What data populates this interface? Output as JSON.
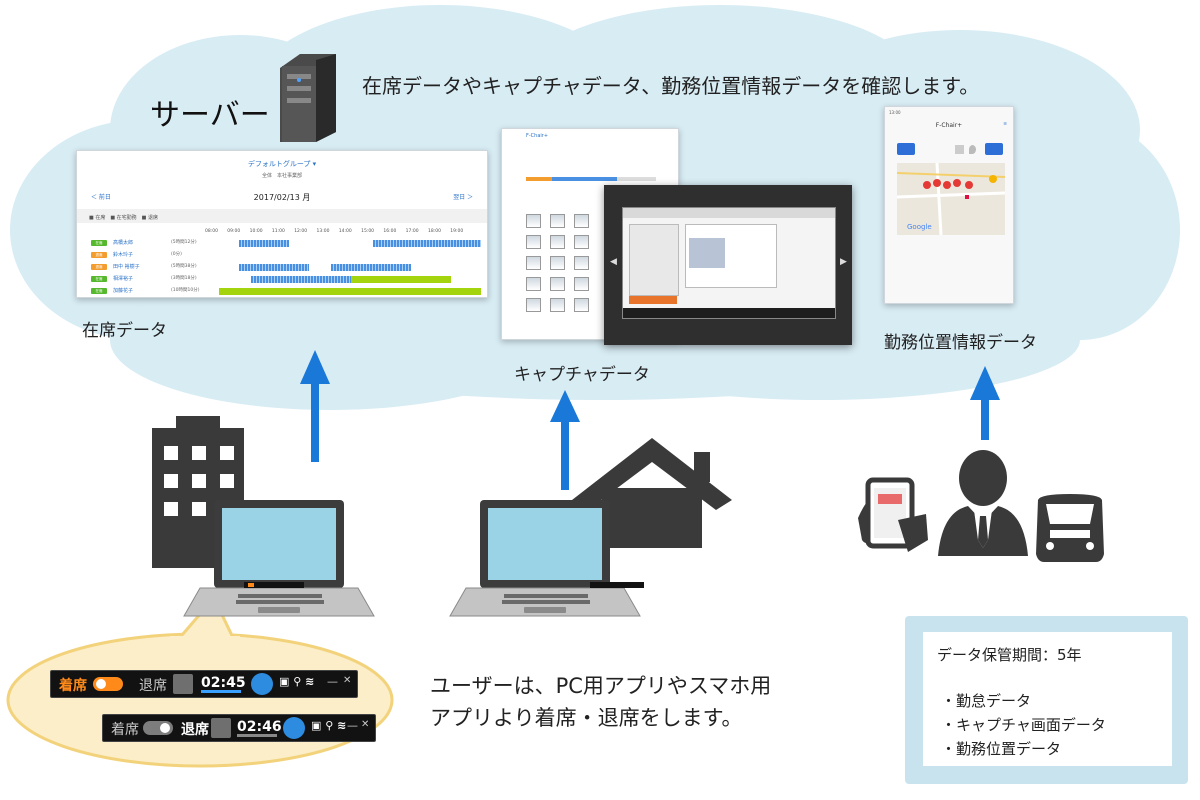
{
  "header": {
    "text": "在席データやキャプチャデータ、勤務位置情報データを確認します。"
  },
  "server": {
    "label": "サーバー"
  },
  "attendance_panel": {
    "caption": "在席データ",
    "group": "デフォルトグループ ▾",
    "date": "2017/02/13 月",
    "prev": "＜ 前日",
    "next": "翌日 ＞",
    "legend": "■ 在席　■ 在宅勤務　■ 退席",
    "hours": [
      "08:00",
      "09:00",
      "10:00",
      "11:00",
      "12:00",
      "13:00",
      "14:00",
      "15:00",
      "16:00",
      "17:00",
      "18:00",
      "19:00"
    ],
    "rows": [
      {
        "name": "高橋太郎",
        "hours": "(5時間12分)"
      },
      {
        "name": "鈴木玲子",
        "hours": "(0分)"
      },
      {
        "name": "田中 裕樹子",
        "hours": "(5時間38分)"
      },
      {
        "name": "相澤裕子",
        "hours": "(3時間18分)"
      },
      {
        "name": "加藤花子",
        "hours": "(10時間10分)"
      }
    ]
  },
  "capture_panel": {
    "caption": "キャプチャデータ",
    "logo": "F-Chair+"
  },
  "location_panel": {
    "caption": "勤務位置情報データ",
    "title": "F-Chair+",
    "status_time": "13:00"
  },
  "app_bar_in": {
    "state": "着席",
    "other": "退席",
    "time": "02:45"
  },
  "app_bar_out": {
    "state": "退席",
    "other": "着席",
    "time": "02:46"
  },
  "user_text": {
    "line1": "ユーザーは、PC用アプリやスマホ用",
    "line2": "アプリより着席・退席をします。"
  },
  "retention": {
    "title": "データ保管期間：5年",
    "items": [
      "・勤怠データ",
      "・キャプチャ画面データ",
      "・勤務位置データ"
    ]
  },
  "colors": {
    "cloud": "#d8ecf4",
    "arrow": "#1a78d8",
    "building": "#3a3a3a",
    "laptop_screen": "#9bd3e6",
    "retention_bg": "#c9e3ee",
    "bubble": "#fbeec8",
    "bubble_border": "#f3d27c"
  }
}
